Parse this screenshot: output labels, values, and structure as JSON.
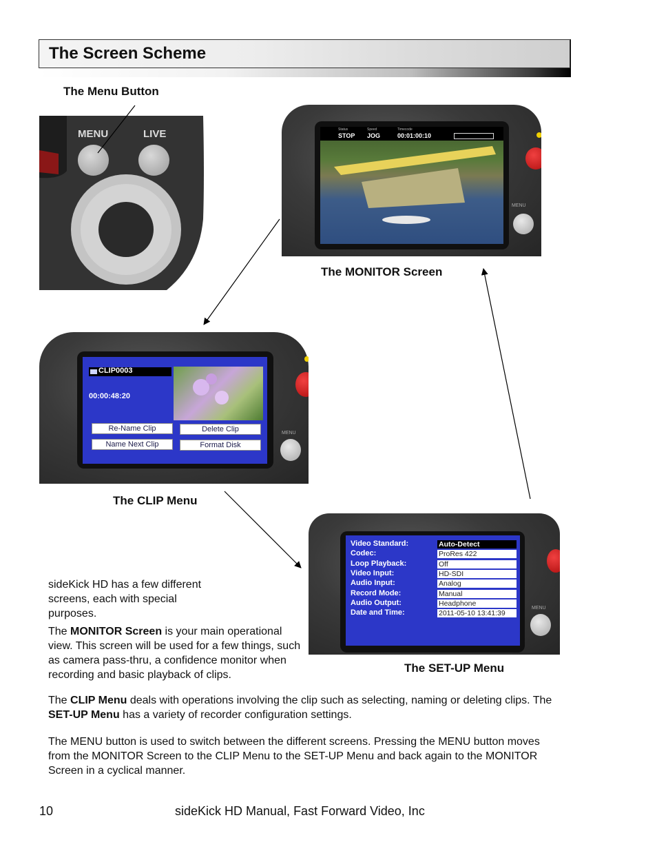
{
  "section": {
    "title": "The Screen Scheme"
  },
  "captions": {
    "menu_button": "The Menu Button",
    "monitor": "The MONITOR Screen",
    "clip": "The CLIP Menu",
    "setup": "The SET-UP Menu"
  },
  "device_labels": {
    "menu": "MENU",
    "live": "LIVE",
    "menu_small": "MENU"
  },
  "monitor_screen": {
    "status_labels": [
      "Status",
      "Speed",
      "Timecode"
    ],
    "status": "STOP",
    "mode": "JOG",
    "timecode": "00:01:00:10"
  },
  "clip_screen": {
    "clip_name": "CLIP0003",
    "timecode": "00:00:48:20",
    "buttons": [
      "Re-Name Clip",
      "Delete Clip",
      "Name Next Clip",
      "Format Disk"
    ]
  },
  "setup_screen": {
    "rows": [
      {
        "label": "Video Standard:",
        "value": "Auto-Detect"
      },
      {
        "label": "Codec:",
        "value": "ProRes 422"
      },
      {
        "label": "Loop Playback:",
        "value": "Off"
      },
      {
        "label": "Video Input:",
        "value": "HD-SDI"
      },
      {
        "label": "Audio Input:",
        "value": "Analog"
      },
      {
        "label": "Record Mode:",
        "value": "Manual"
      },
      {
        "label": "Audio Output:",
        "value": "Headphone"
      },
      {
        "label": "Date and Time:",
        "value": "2011-05-10 13:41:39"
      }
    ]
  },
  "text": {
    "intro": "sideKick HD has a few different screens, each with special purposes.",
    "monitor_para": {
      "pre": "The ",
      "bold": "MONITOR Screen",
      "post": " is your main operational view. This screen will be used for a few things, such as camera pass-thru, a confidence monitor when recording and basic playback of clips."
    },
    "clip_para": {
      "pre": "The ",
      "bold1": "CLIP Menu",
      "mid": " deals with operations involving the clip such as selecting, naming or deleting clips. The ",
      "bold2": "SET-UP Menu",
      "post": " has a variety of recorder configuration settings."
    },
    "menu_para": "The MENU button is used to switch between the different screens. Pressing the MENU button moves from the MONITOR Screen to the CLIP Menu to the SET-UP Menu and back again to the MONITOR Screen in a cyclical manner."
  },
  "footer": {
    "page_number": "10",
    "manual_title": "sideKick HD Manual, Fast Forward Video, Inc"
  },
  "colors": {
    "screen_blue": "#2c37c8",
    "record_red": "#d81e1e",
    "indicator_yellow": "#f0d000"
  }
}
